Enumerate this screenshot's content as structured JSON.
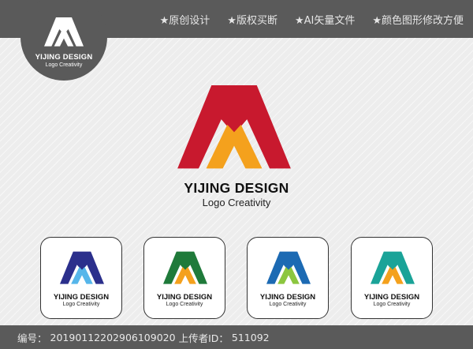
{
  "header": {
    "features": [
      "★原创设计",
      "★版权买断",
      "★AI矢量文件",
      "★颜色图形修改方便"
    ]
  },
  "brand": {
    "name": "YIJING DESIGN",
    "tagline": "Logo Creativity"
  },
  "colors": {
    "main_top": "#c8192e",
    "main_bottom": "#f4a11d",
    "badge_logo": "#ffffff",
    "variants": [
      {
        "top": "#2b2f8c",
        "bottom": "#56b6ea"
      },
      {
        "top": "#1f7a3a",
        "bottom": "#f4a11d"
      },
      {
        "top": "#1c6ab3",
        "bottom": "#8cc63f"
      },
      {
        "top": "#1aa398",
        "bottom": "#f4a11d"
      }
    ]
  },
  "footer": {
    "id_label": "编号：",
    "id_value": "20190112202906109020",
    "uploader_label": "上传者ID：",
    "uploader_value": "511092"
  }
}
